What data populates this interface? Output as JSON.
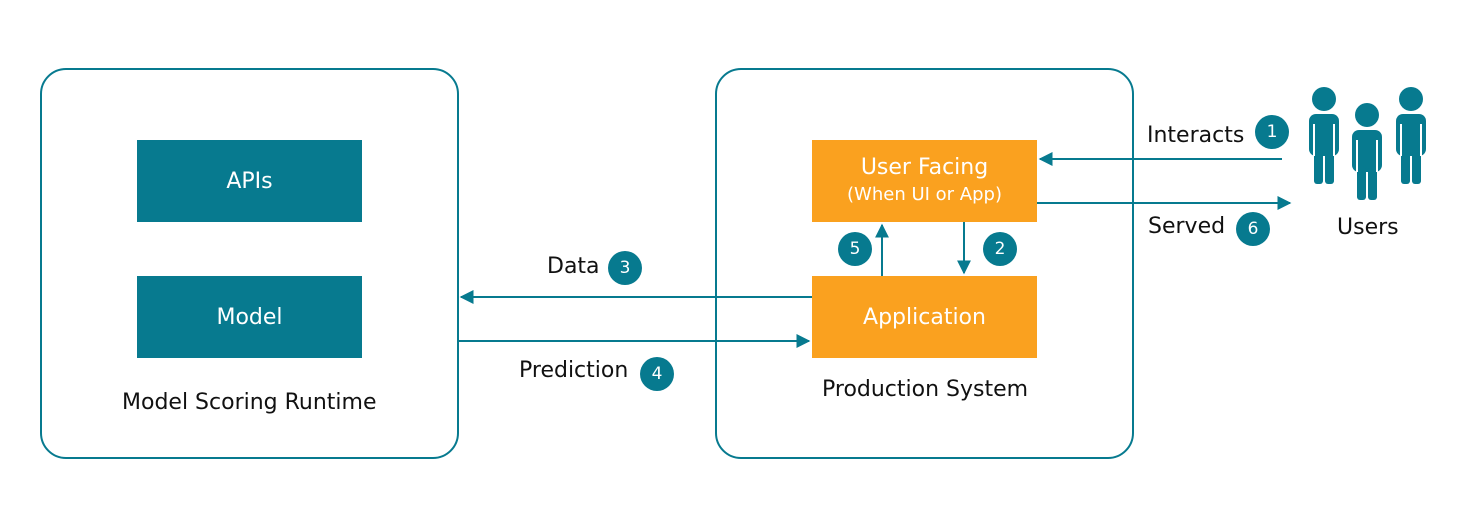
{
  "colors": {
    "teal": "#077a8f",
    "orange": "#faa11f",
    "border": "#077a8f"
  },
  "left_container": {
    "title": "Model Scoring Runtime",
    "apis_label": "APIs",
    "model_label": "Model"
  },
  "right_container": {
    "title": "Production System",
    "user_facing_title": "User Facing",
    "user_facing_subtitle": "(When UI or App)",
    "application_label": "Application"
  },
  "users": {
    "label": "Users",
    "icon": "users-icon"
  },
  "steps": {
    "interacts": {
      "label": "Interacts",
      "number": "1"
    },
    "step2": {
      "number": "2"
    },
    "data": {
      "label": "Data",
      "number": "3"
    },
    "prediction": {
      "label": "Prediction",
      "number": "4"
    },
    "step5": {
      "number": "5"
    },
    "served": {
      "label": "Served",
      "number": "6"
    }
  }
}
